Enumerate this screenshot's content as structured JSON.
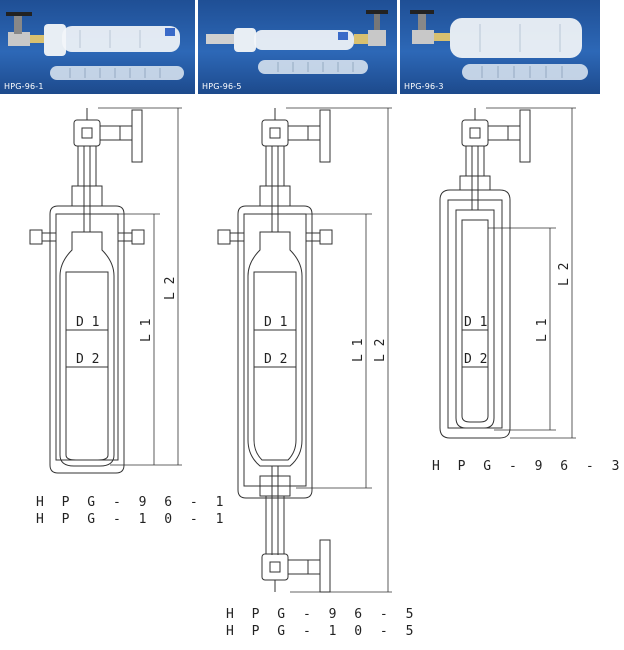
{
  "photos": [
    {
      "label": "HPG-96-1"
    },
    {
      "label": "HPG-96-5"
    },
    {
      "label": "HPG-96-3"
    }
  ],
  "dimensions": {
    "d1": "D 1",
    "d2": "D 2",
    "l1": "L 1",
    "l2": "L 2"
  },
  "models": {
    "left": [
      "H P G - 9 6 - 1",
      "H P G - 1 0 - 1"
    ],
    "center": [
      "H P G - 9 6 - 5",
      "H P G - 1 0 - 5"
    ],
    "right": [
      "H P G - 9 6 - 3"
    ]
  },
  "colors": {
    "photo_background": "#2d68b7",
    "line": "#333333"
  }
}
